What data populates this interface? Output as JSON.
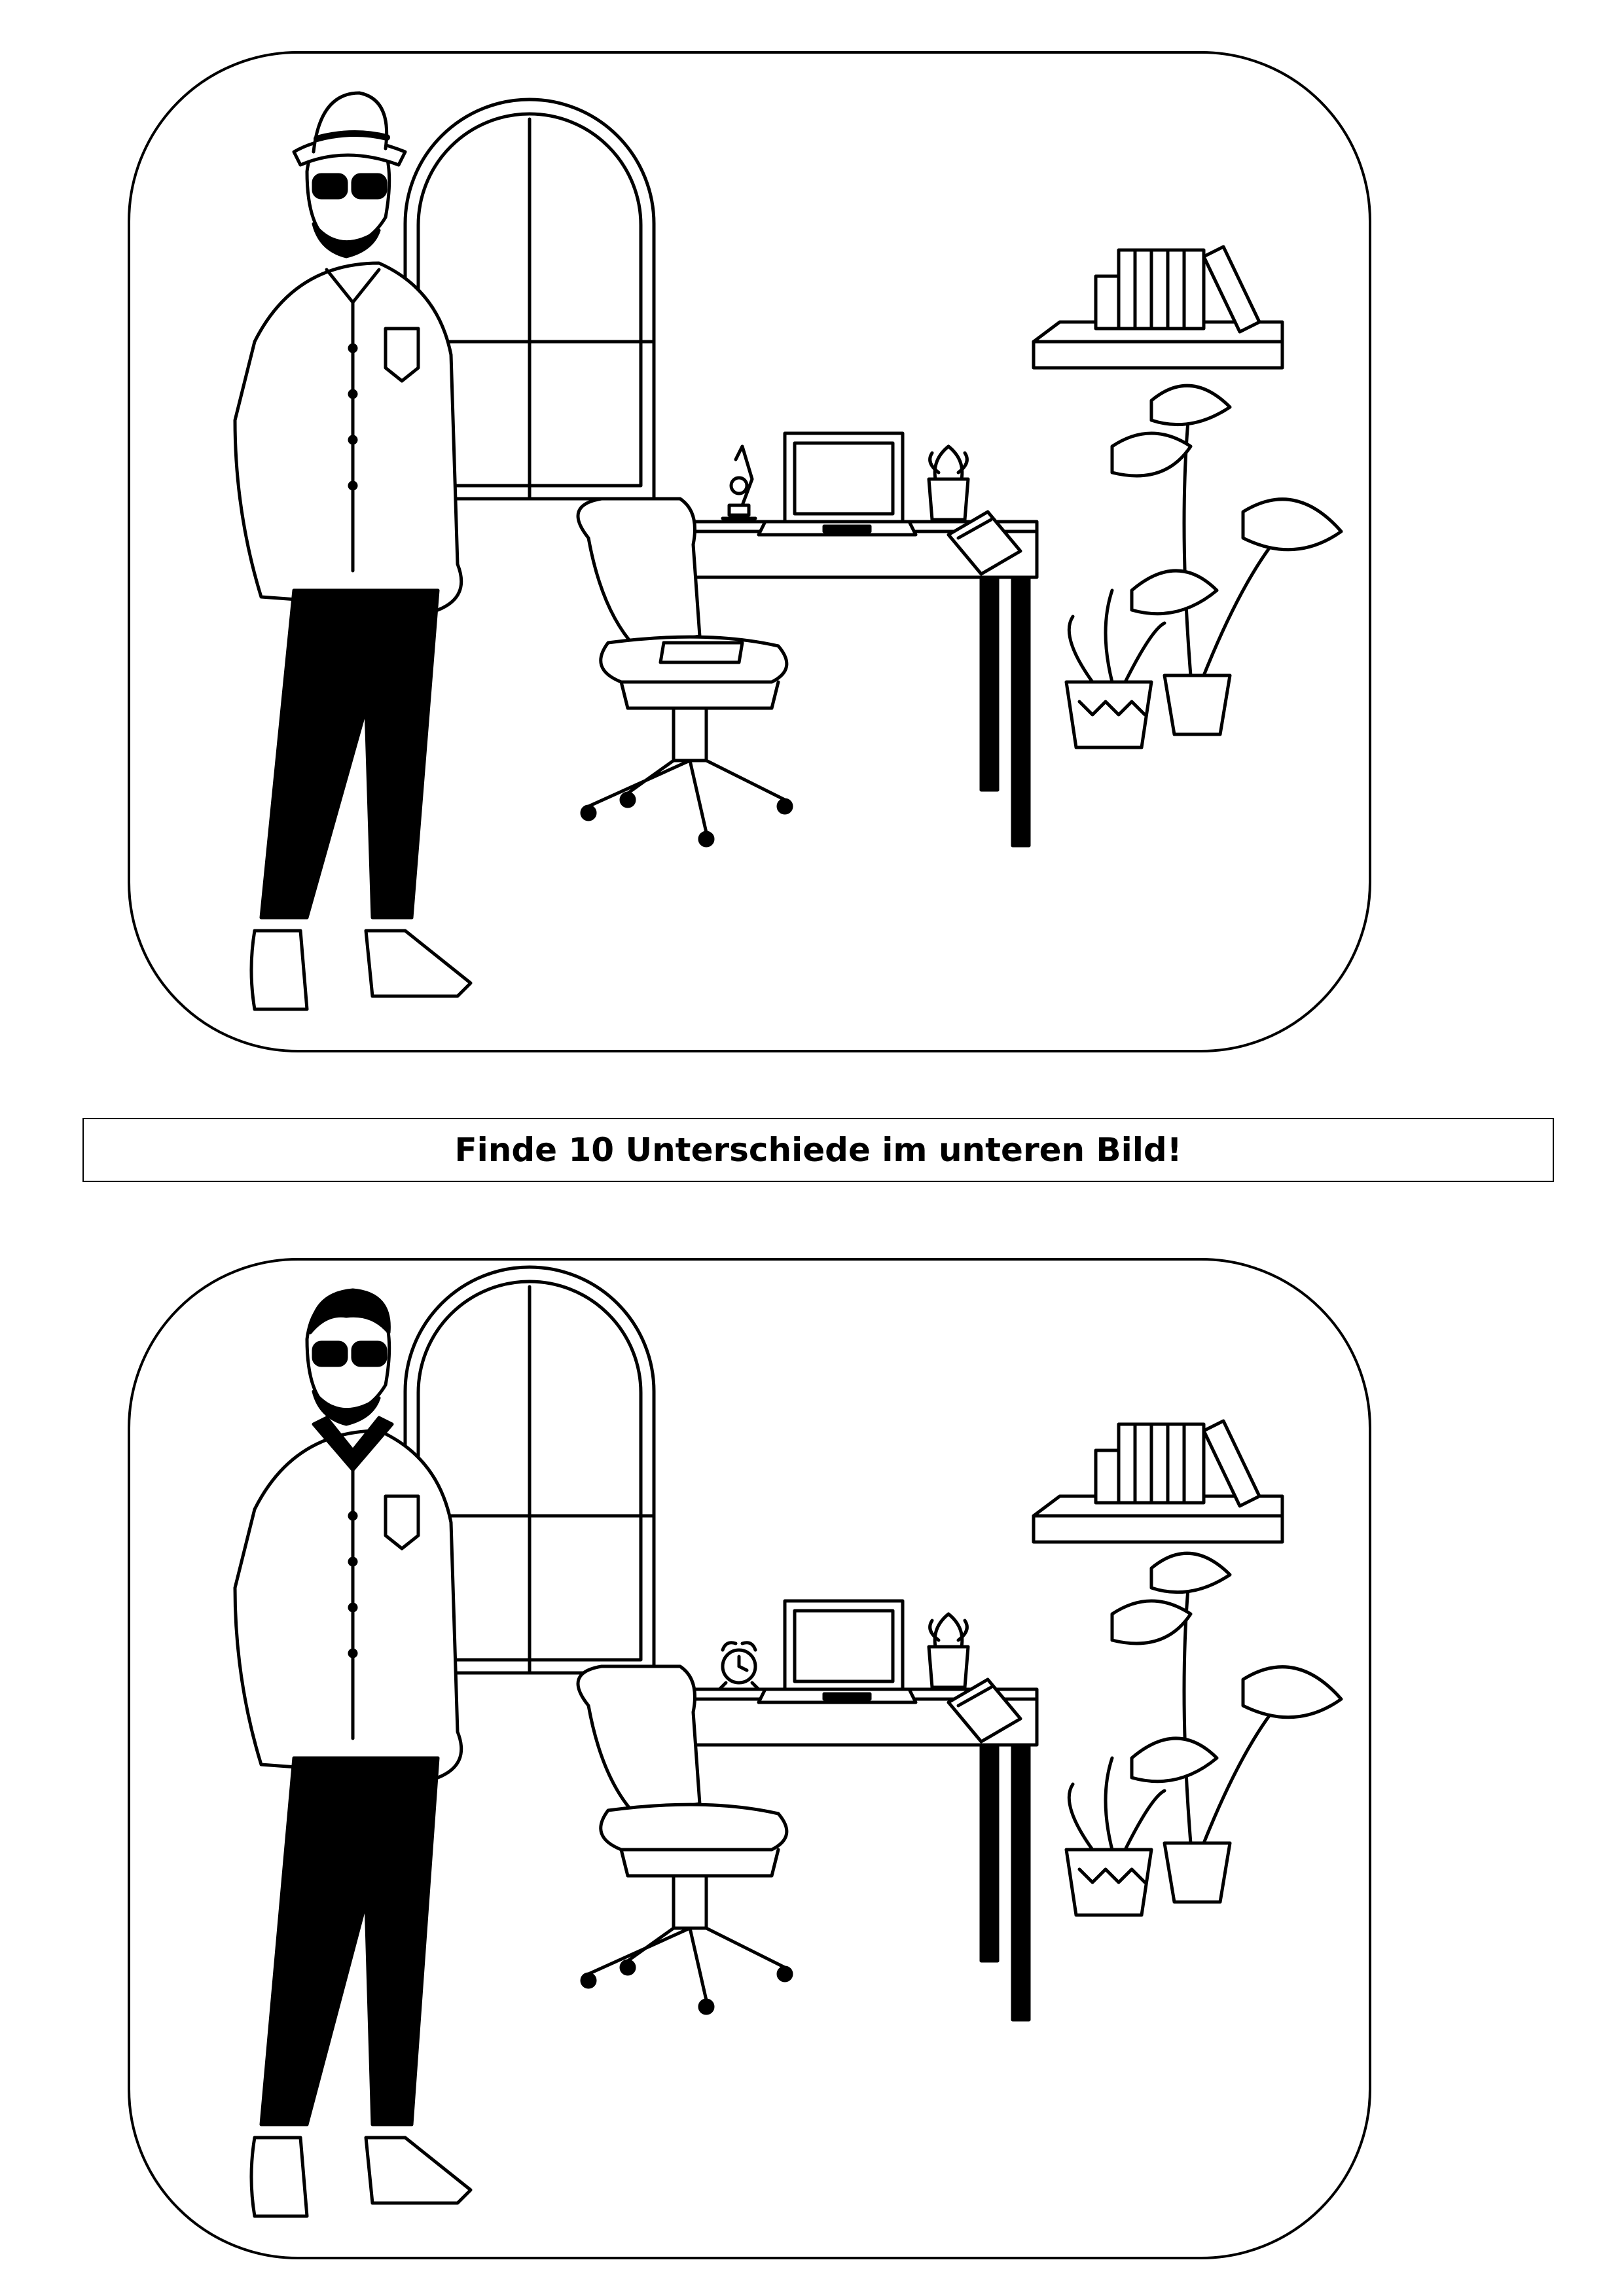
{
  "instruction": "Finde 10 Unterschiede im unteren Bild!",
  "colors": {
    "ink": "#000000",
    "paper": "#ffffff"
  },
  "panels": [
    {
      "role": "original",
      "hat": true,
      "dark_collar": false,
      "desk_item": "microscope",
      "phone_on_chair": true
    },
    {
      "role": "altered",
      "hat": false,
      "dark_collar": true,
      "desk_item": "alarm-clock",
      "phone_on_chair": false
    }
  ]
}
